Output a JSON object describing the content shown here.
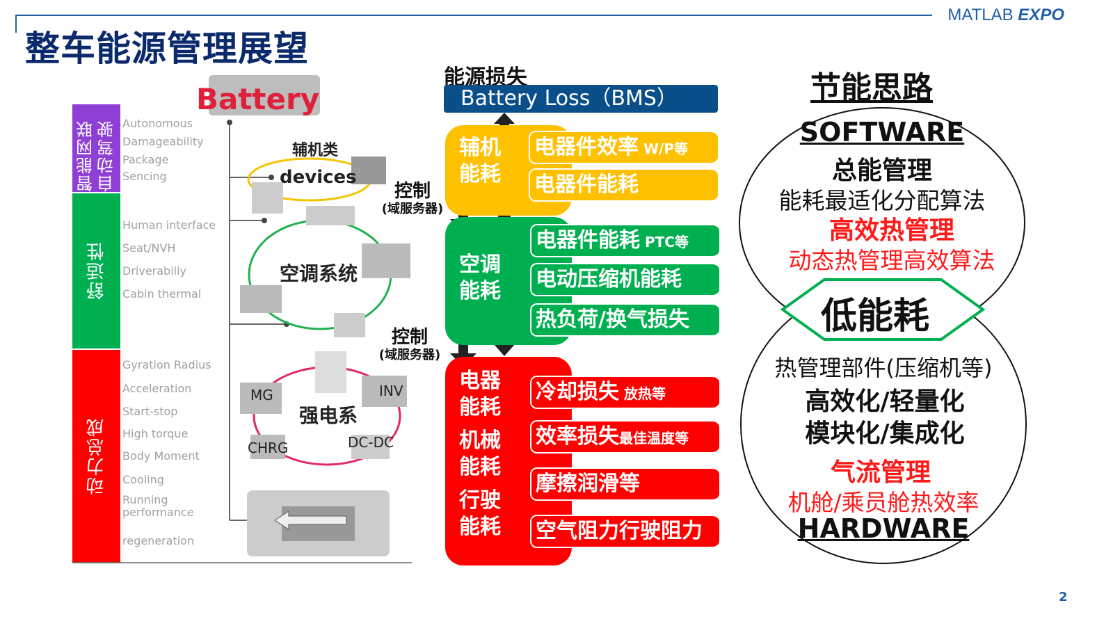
{
  "header": {
    "title": "整车能源管理展望",
    "brand_light": "MATLAB",
    "brand_bold": "EXPO",
    "page_number": "2"
  },
  "left": {
    "battery_label": "Battery",
    "categories": [
      {
        "label": "智能网联 自动驾驶",
        "color": "#8e3fd6",
        "items": [
          "Autonomous",
          "Damageability",
          "Package",
          "Sencing"
        ]
      },
      {
        "label": "舒适性",
        "color": "#00b050",
        "items": [
          "Human interface",
          "Seat/NVH",
          "Driverabiliy",
          "Cabin thermal"
        ]
      },
      {
        "label": "动力总成",
        "color": "#ff0000",
        "items": [
          "Gyration Radius",
          "Acceleration",
          "Start-stop",
          "High torque",
          "Body Moment",
          "Cooling",
          "Running performance",
          "regeneration"
        ]
      }
    ],
    "rings": {
      "aux_title": "辅机类",
      "aux_label": "devices",
      "hvac_label": "空调系统",
      "hv_label": "强电系",
      "hv_parts": [
        "MG",
        "INV",
        "CHRG",
        "DC-DC"
      ]
    }
  },
  "middle": {
    "heading": "能源损失",
    "bms": "Battery Loss（BMS）",
    "control_1": {
      "main": "控制",
      "sub": "(域服务器)"
    },
    "control_2": {
      "main": "控制",
      "sub": "(域服务器)"
    },
    "aux": {
      "label_1": "辅机",
      "label_2": "能耗",
      "items": [
        {
          "main": "电器件效率",
          "small": " W/P等"
        },
        {
          "main": "电器件能耗",
          "small": ""
        }
      ]
    },
    "hvac": {
      "label_1": "空调",
      "label_2": "能耗",
      "items": [
        {
          "main": "电器件能耗",
          "small": " PTC等"
        },
        {
          "main": "电动压缩机能耗",
          "small": ""
        },
        {
          "main": "热负荷/换气损失",
          "small": ""
        }
      ]
    },
    "power": {
      "labels": [
        "电器",
        "能耗",
        "机械",
        "能耗",
        "行驶",
        "能耗"
      ],
      "items": [
        {
          "main": "冷却损失",
          "small": " 放热等"
        },
        {
          "main": "效率损失",
          "small": "最佳温度等"
        },
        {
          "main": "摩擦润滑等",
          "small": ""
        },
        {
          "main": "空气阻力行驶阻力",
          "small": ""
        }
      ]
    },
    "colors": {
      "yellow": "#ffc000",
      "green": "#00b050",
      "red": "#ff0000",
      "blue": "#0b4f8a"
    }
  },
  "right": {
    "heading": "节能思路",
    "software": "SOFTWARE",
    "sw_lines": [
      "总能管理",
      "能耗最适化分配算法",
      "高效热管理",
      "动态热管理高效算法"
    ],
    "center": "低能耗",
    "hw_lines": [
      "热管理部件(压缩机等)",
      "高效化/轻量化",
      "模块化/集成化",
      "气流管理",
      "机舱/乘员舱热效率"
    ],
    "hardware": "HARDWARE"
  }
}
